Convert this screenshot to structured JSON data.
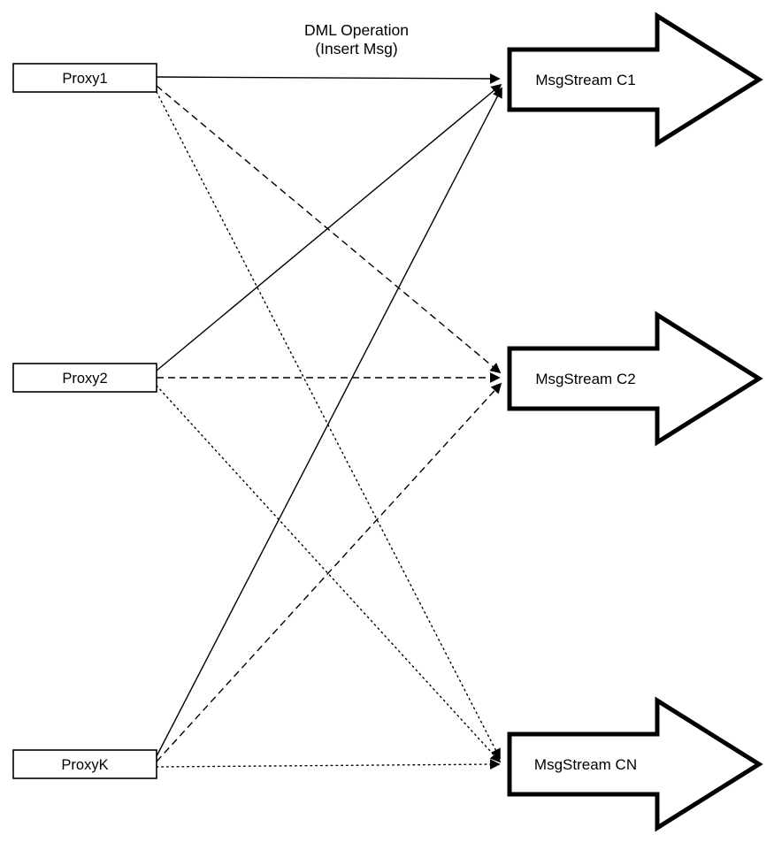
{
  "diagram": {
    "edge_label": {
      "line1": "DML Operation",
      "line2": "(Insert Msg)"
    },
    "proxies": [
      {
        "label": "Proxy1"
      },
      {
        "label": "Proxy2"
      },
      {
        "label": "ProxyK"
      }
    ],
    "streams": [
      {
        "label": "MsgStream C1"
      },
      {
        "label": "MsgStream C2"
      },
      {
        "label": "MsgStream CN"
      }
    ],
    "colors": {
      "background": "#ffffff",
      "stroke": "#000000",
      "fill": "#ffffff"
    },
    "edge_styles": {
      "to_c1": "solid",
      "to_c2": "dashed",
      "to_cn": "dotted"
    }
  }
}
